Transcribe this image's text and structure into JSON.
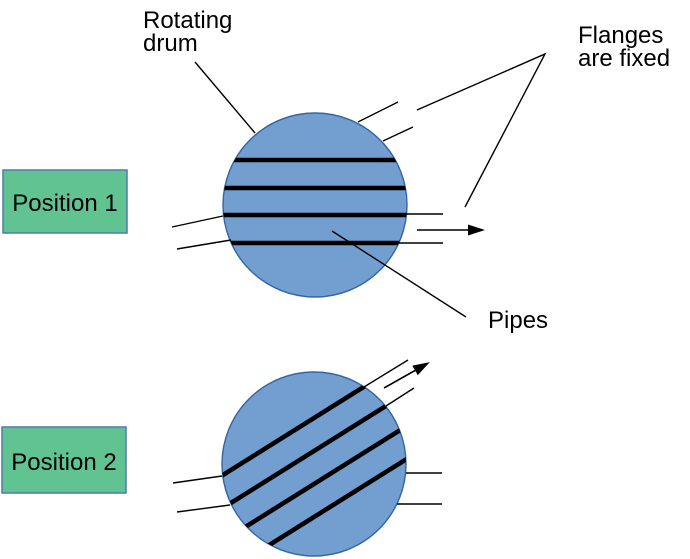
{
  "labels": {
    "rotating_drum": {
      "line1": "Rotating",
      "line2": "drum"
    },
    "flanges": {
      "line1": "Flanges",
      "line2": "are fixed"
    },
    "pipes": "Pipes",
    "position_1": "Position 1",
    "position_2": "Position 2"
  },
  "colors": {
    "drum_fill": "#729fcf",
    "drum_stroke": "#3465a4",
    "position_box_fill": "#62c392",
    "position_box_stroke": "#4e7cae",
    "line_color": "#000000",
    "background": "#ffffff"
  }
}
